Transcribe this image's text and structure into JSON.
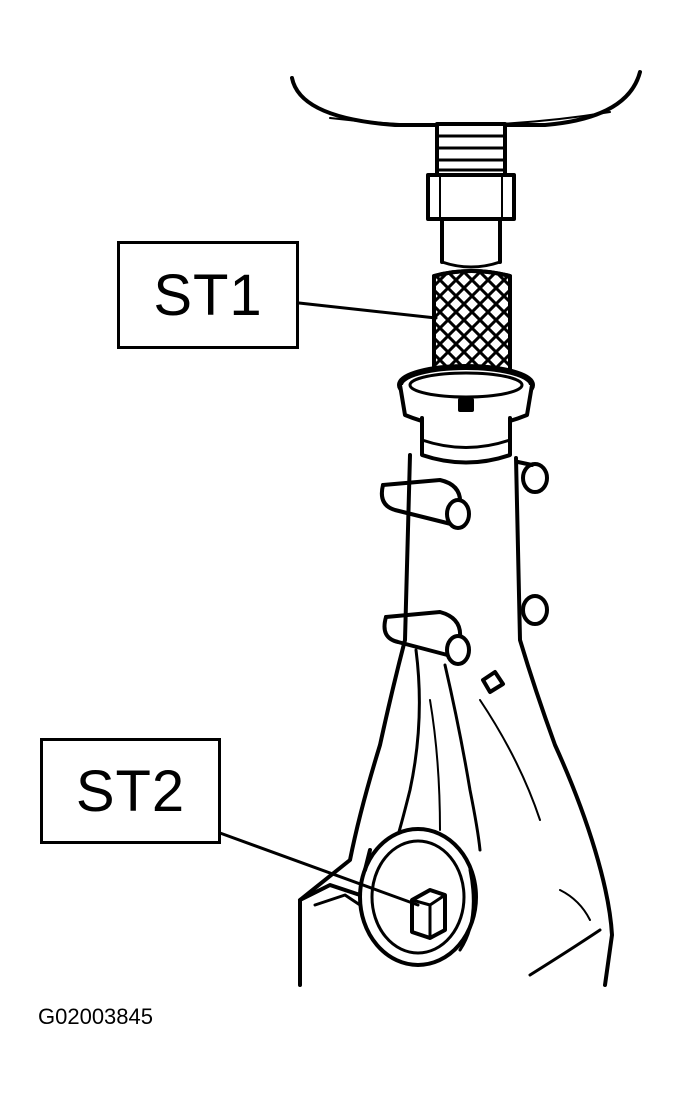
{
  "figure": {
    "id_code": "G02003845",
    "callouts": {
      "st1": "ST1",
      "st2": "ST2"
    }
  },
  "colors": {
    "line": "#000000",
    "background": "#ffffff"
  }
}
